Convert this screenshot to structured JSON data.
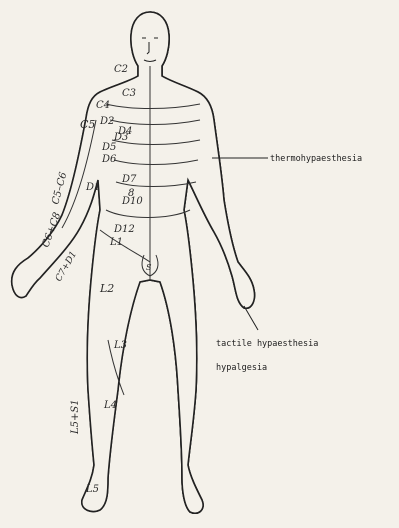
{
  "annotations": {
    "thermo": "thermohypaesthesia",
    "tactile": "tactile hypaesthesia",
    "hypalgesia": "hypalgesia"
  },
  "dermatomes": {
    "c2": "C2",
    "c3": "C3",
    "c4": "C4",
    "c5": "C5",
    "d2": "D2",
    "d3": "D3",
    "d4": "D4",
    "d5": "D5",
    "d6": "D6",
    "d7": "D7",
    "d8": "8",
    "d10": "D10",
    "d12": "D12",
    "d1": "D1",
    "c5c6": "C5–C6",
    "c6c8": "C6+C8",
    "c7d1": "C7+D1",
    "l1": "L1",
    "l2": "L2",
    "l3": "L3",
    "l4": "L4",
    "l5s1": "L5+S1",
    "l5": "L5",
    "s": "S"
  }
}
